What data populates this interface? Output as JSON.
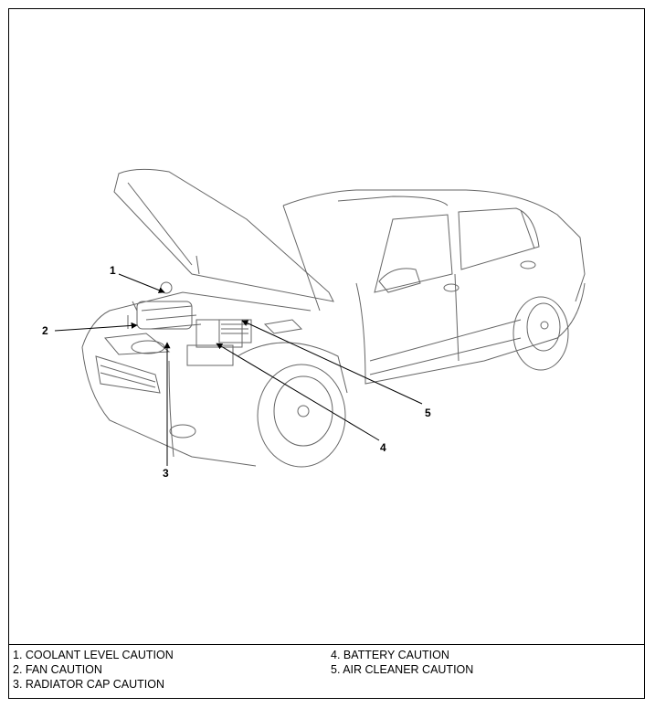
{
  "callouts": [
    "1",
    "2",
    "3",
    "4",
    "5"
  ],
  "legend": {
    "left": [
      "1.  COOLANT LEVEL CAUTION",
      "2.  FAN CAUTION",
      "3.  RADIATOR CAP CAUTION"
    ],
    "right": [
      "4.  BATTERY CAUTION",
      "5.  AIR CLEANER CAUTION"
    ]
  }
}
